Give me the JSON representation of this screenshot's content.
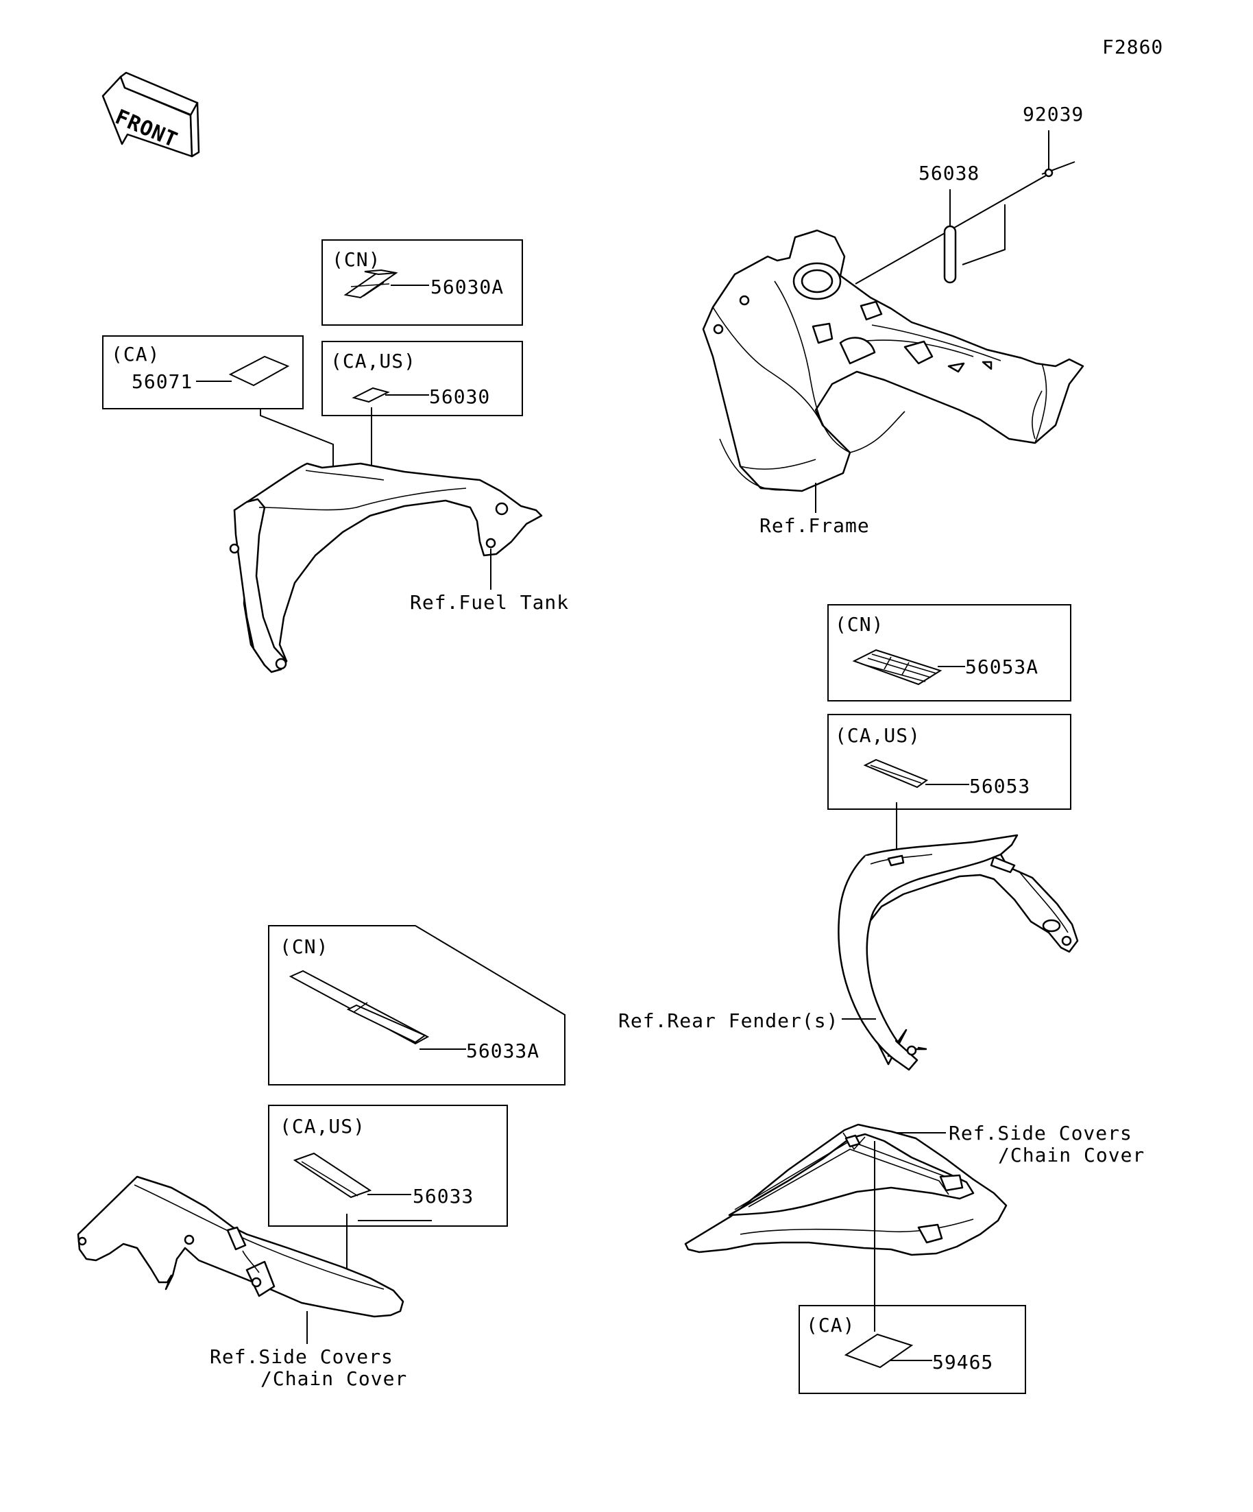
{
  "figure_code": "F2860",
  "front_arrow": {
    "text": "FRONT",
    "icon": "front-direction-arrow-icon"
  },
  "regions": {
    "cn": "(CN)",
    "ca": "(CA)",
    "ca_us": "(CA,US)"
  },
  "parts": {
    "p56030A": "56030A",
    "p56030": "56030",
    "p56071": "56071",
    "p56038": "56038",
    "p92039": "92039",
    "p56053A": "56053A",
    "p56053": "56053",
    "p56033A": "56033A",
    "p56033": "56033",
    "p59465": "59465"
  },
  "refs": {
    "fuel_tank": "Ref.Fuel Tank",
    "frame": "Ref.Frame",
    "rear_fender": "Ref.Rear Fender(s)",
    "side_covers_line1": "Ref.Side Covers",
    "side_covers_line2": "/Chain Cover"
  }
}
